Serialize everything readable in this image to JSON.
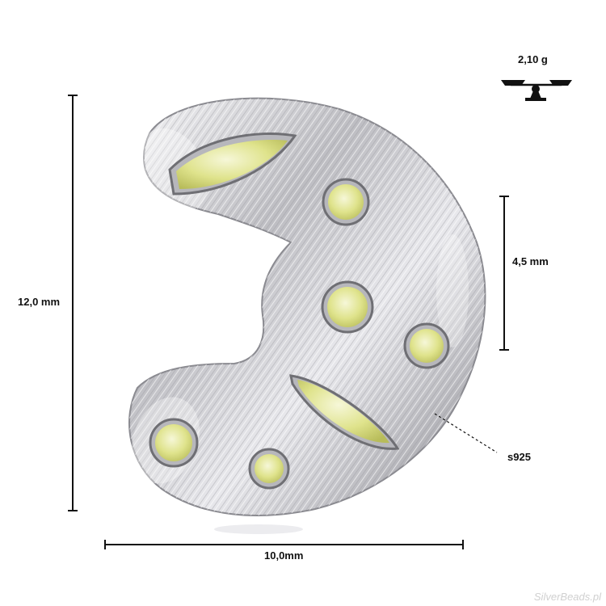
{
  "dimensions": {
    "height": "12,0 mm",
    "width": "10,0mm",
    "depth": "4,5 mm"
  },
  "weight": "2,10 g",
  "material": "s925",
  "watermark": "SilverBeads.pl",
  "colors": {
    "silver": "#c9c9cc",
    "silver_dark": "#7d7d82",
    "stone": "#dfe38c",
    "stone_light": "#f1f3c4",
    "dimension_line": "#111111"
  },
  "icons": [
    "scale-icon"
  ]
}
